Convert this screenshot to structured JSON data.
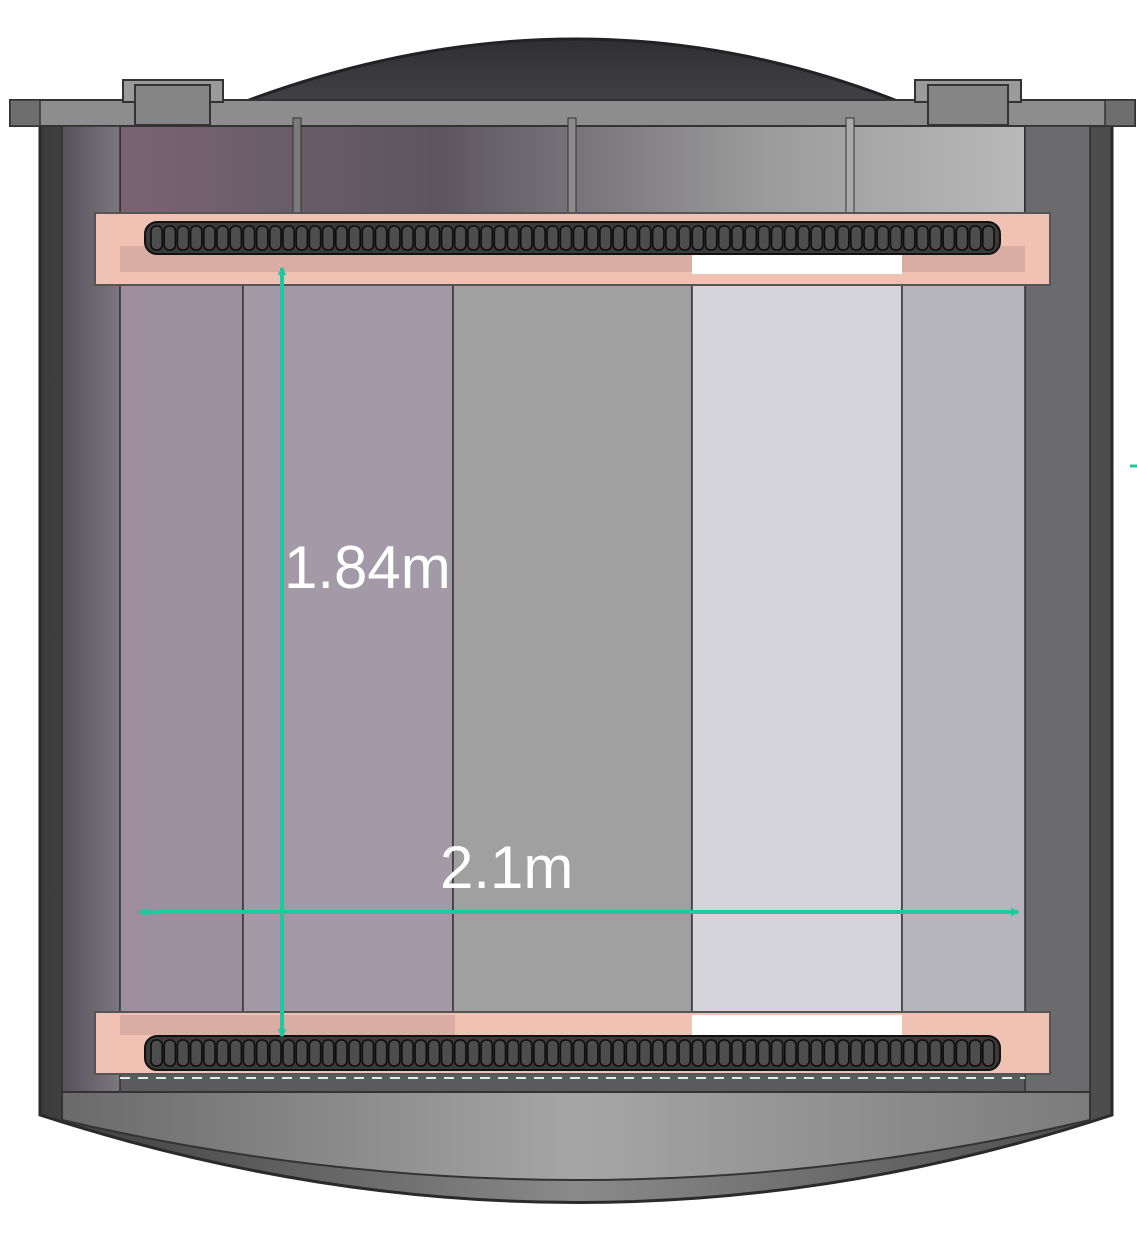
{
  "labels": {
    "height": "1.84m",
    "width": "2.1m"
  },
  "colors": {
    "dimension_arrow": "#1fc9a0",
    "label_text": "#ffffff",
    "frame_bar": "#f0c2b4",
    "vessel_dark": "#4a4a4a"
  },
  "pmt_rows": {
    "count_per_row": 64
  },
  "panel_colors": [
    "#9d8f9f",
    "#a49aa7",
    "#a0a0a1",
    "#d5d4db",
    "#b6b5bc"
  ]
}
